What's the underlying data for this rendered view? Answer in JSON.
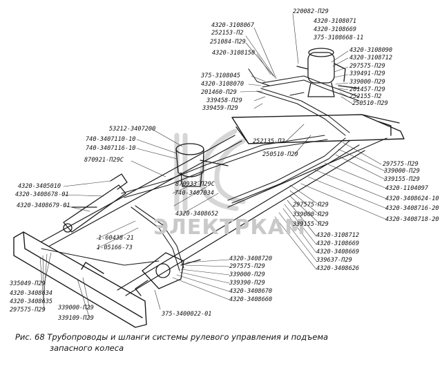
{
  "watermark": "ЭЛЕКТРКАМ",
  "labels": [
    {
      "id": "l1",
      "text": "220082-П29"
    },
    {
      "id": "l2",
      "text": "4320-3108067"
    },
    {
      "id": "l3",
      "text": "4320-3108071"
    },
    {
      "id": "l4",
      "text": "252153-П2"
    },
    {
      "id": "l5",
      "text": "4320-3108669"
    },
    {
      "id": "l6",
      "text": "251084-П29"
    },
    {
      "id": "l7",
      "text": "375-3108668-11"
    },
    {
      "id": "l8",
      "text": "4320-3108150"
    },
    {
      "id": "l9",
      "text": "4320-3108090"
    },
    {
      "id": "l10",
      "text": "4320-3108712"
    },
    {
      "id": "l11",
      "text": "297575-П29"
    },
    {
      "id": "l12",
      "text": "375-3108045"
    },
    {
      "id": "l13",
      "text": "339491-П29"
    },
    {
      "id": "l14",
      "text": "4320-3108070"
    },
    {
      "id": "l15",
      "text": "339000-П29"
    },
    {
      "id": "l16",
      "text": "201460-П29"
    },
    {
      "id": "l17",
      "text": "201457-П29"
    },
    {
      "id": "l18",
      "text": "339458-П29"
    },
    {
      "id": "l19",
      "text": "252155-П2"
    },
    {
      "id": "l20",
      "text": "339459-П29"
    },
    {
      "id": "l21",
      "text": "250510-П29"
    },
    {
      "id": "l22",
      "text": "53212-3407200"
    },
    {
      "id": "l23",
      "text": "740-3407110-10"
    },
    {
      "id": "l24",
      "text": "740-3407116-10"
    },
    {
      "id": "l25",
      "text": "252135-П2"
    },
    {
      "id": "l26",
      "text": "870921-П29С"
    },
    {
      "id": "l27",
      "text": "250510-П29"
    },
    {
      "id": "l28",
      "text": "297575-П29"
    },
    {
      "id": "l29",
      "text": "339000-П29"
    },
    {
      "id": "l30",
      "text": "339155-П29"
    },
    {
      "id": "l31",
      "text": "4320-3405010"
    },
    {
      "id": "l32",
      "text": "870933-П29С"
    },
    {
      "id": "l33",
      "text": "4320-1104097"
    },
    {
      "id": "l34",
      "text": "4320-3408678-01"
    },
    {
      "id": "l35",
      "text": "740-3407034"
    },
    {
      "id": "l36",
      "text": "4320-3408624-10"
    },
    {
      "id": "l37",
      "text": "4320-3408679-01"
    },
    {
      "id": "l38",
      "text": "4320-3408652"
    },
    {
      "id": "l39",
      "text": "4320-3408716-20"
    },
    {
      "id": "l40",
      "text": "297575-П29"
    },
    {
      "id": "l41",
      "text": "4320-3408718-20"
    },
    {
      "id": "l42",
      "text": "339000-П29"
    },
    {
      "id": "l43",
      "text": "339155-П29"
    },
    {
      "id": "l44",
      "text": "1-60438-21"
    },
    {
      "id": "l45",
      "text": "4320-3108712"
    },
    {
      "id": "l46",
      "text": "1-05166-73"
    },
    {
      "id": "l47",
      "text": "4320-3108669"
    },
    {
      "id": "l48",
      "text": "4320-3408669"
    },
    {
      "id": "l49",
      "text": "4320-3408720"
    },
    {
      "id": "l50",
      "text": "339637-П29"
    },
    {
      "id": "l51",
      "text": "297575-П29"
    },
    {
      "id": "l52",
      "text": "4320-3408626"
    },
    {
      "id": "l53",
      "text": "339000-П29"
    },
    {
      "id": "l54",
      "text": "335049-П29"
    },
    {
      "id": "l55",
      "text": "339390-П29"
    },
    {
      "id": "l56",
      "text": "4320-3408634"
    },
    {
      "id": "l57",
      "text": "4320-3408670"
    },
    {
      "id": "l58",
      "text": "4320-3408635"
    },
    {
      "id": "l59",
      "text": "4320-3408660"
    },
    {
      "id": "l60",
      "text": "297575-П29"
    },
    {
      "id": "l61",
      "text": "339000-П29"
    },
    {
      "id": "l62",
      "text": "375-3400022-01"
    },
    {
      "id": "l63",
      "text": "339109-П29"
    }
  ],
  "caption": {
    "line1": "Рис. 68 Трубопроводы и шланги системы рулевого управления и подъема",
    "line2": "запасного колеса"
  }
}
